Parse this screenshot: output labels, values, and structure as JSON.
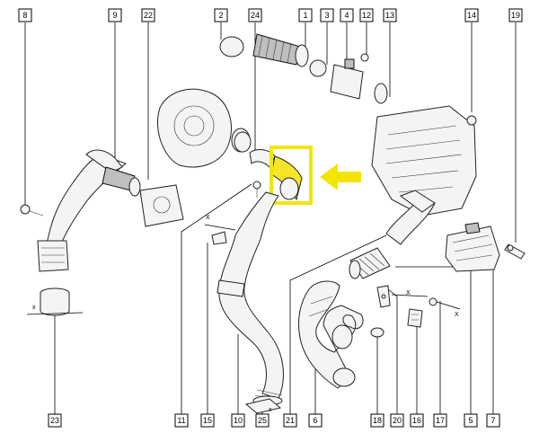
{
  "callouts_top": [
    {
      "id": "c8",
      "label": "8"
    },
    {
      "id": "c9",
      "label": "9"
    },
    {
      "id": "c22",
      "label": "22"
    },
    {
      "id": "c2",
      "label": "2"
    },
    {
      "id": "c24",
      "label": "24"
    },
    {
      "id": "c1",
      "label": "1"
    },
    {
      "id": "c3",
      "label": "3"
    },
    {
      "id": "c4",
      "label": "4"
    },
    {
      "id": "c12",
      "label": "12"
    },
    {
      "id": "c13",
      "label": "13"
    },
    {
      "id": "c14",
      "label": "14"
    },
    {
      "id": "c19",
      "label": "19"
    }
  ],
  "callouts_bottom": [
    {
      "id": "c23",
      "label": "23"
    },
    {
      "id": "c11",
      "label": "11"
    },
    {
      "id": "c15",
      "label": "15"
    },
    {
      "id": "c10",
      "label": "10"
    },
    {
      "id": "c25",
      "label": "25"
    },
    {
      "id": "c21",
      "label": "21"
    },
    {
      "id": "c6",
      "label": "6"
    },
    {
      "id": "c18",
      "label": "18"
    },
    {
      "id": "c20",
      "label": "20"
    },
    {
      "id": "c16",
      "label": "16"
    },
    {
      "id": "c17",
      "label": "17"
    },
    {
      "id": "c5",
      "label": "5"
    },
    {
      "id": "c7",
      "label": "7"
    }
  ],
  "dimension_marks": {
    "x1": "x",
    "x2": "X",
    "x3": "x",
    "x4": "X",
    "x5": "X"
  },
  "highlight": {
    "box_color": "#f2e600",
    "arrow_color": "#f2e600",
    "part_fill": "#f5e52a"
  }
}
